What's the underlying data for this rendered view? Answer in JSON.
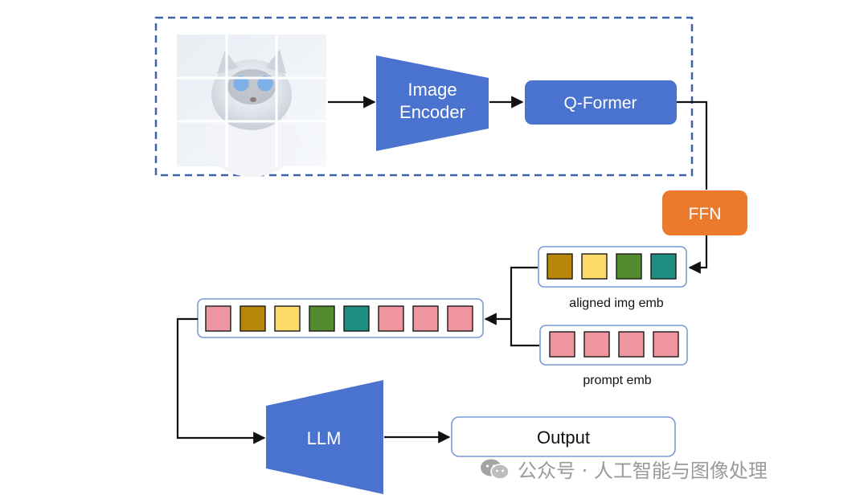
{
  "blocks": {
    "image_encoder": [
      "Image",
      "Encoder"
    ],
    "q_former": "Q-Former",
    "ffn": "FFN",
    "llm": "LLM",
    "output": "Output"
  },
  "labels": {
    "aligned": "aligned img emb",
    "prompt": "prompt emb"
  },
  "token_colors": {
    "aligned": [
      "#b8860b",
      "#fcd968",
      "#558b2f",
      "#1e8e80"
    ],
    "prompt": [
      "#ee95a0",
      "#ee95a0",
      "#ee95a0",
      "#ee95a0"
    ],
    "combined": [
      "#ee95a0",
      "#b8860b",
      "#fcd968",
      "#558b2f",
      "#1e8e80",
      "#ee95a0",
      "#ee95a0",
      "#ee95a0"
    ]
  },
  "colors": {
    "block_blue": "#4a72cf",
    "ffn_orange": "#ec7a2c",
    "frame_dash": "#3f63a8",
    "container_border": "#7a9ad5"
  },
  "watermark": "公众号 · 人工智能与图像处理"
}
